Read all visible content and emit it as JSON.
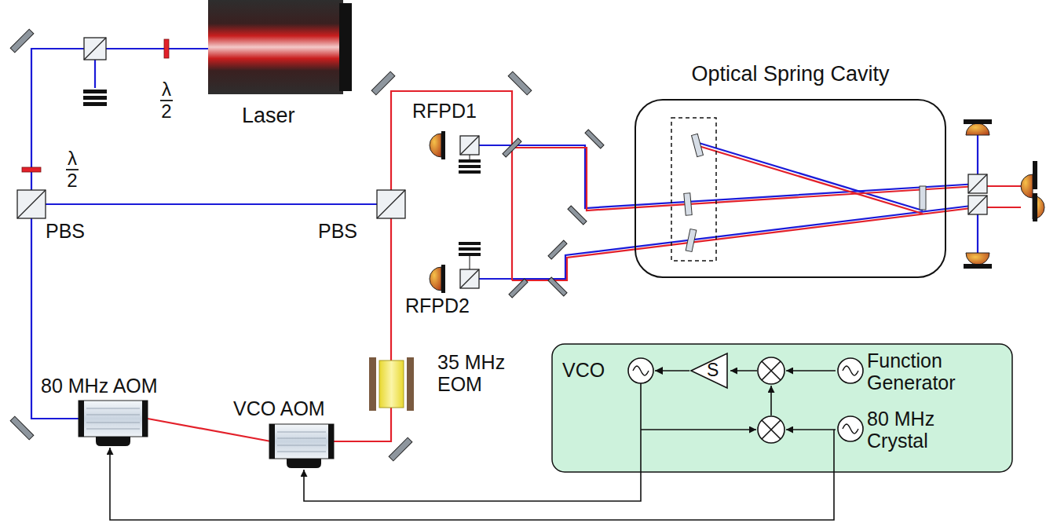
{
  "diagram": {
    "nodes": [
      {
        "text": [
          "Optical Spring Cavity"
        ]
      },
      {
        "text": [
          "VCO"
        ]
      },
      {
        "text": [
          "S"
        ]
      },
      {
        "text": [
          "Function Generator"
        ]
      },
      {
        "text": [
          "80 MHz Crystal"
        ]
      }
    ],
    "edges": [
      {
        "from": 2,
        "to": 1,
        "arrow": "to"
      }
    ],
    "labels": [
      "Laser",
      "λ 2",
      "λ 2",
      "PBS",
      "PBS",
      "RFPD1",
      "RFPD2",
      "80 MHz AOM",
      "VCO AOM",
      "35 MHz EOM"
    ]
  }
}
